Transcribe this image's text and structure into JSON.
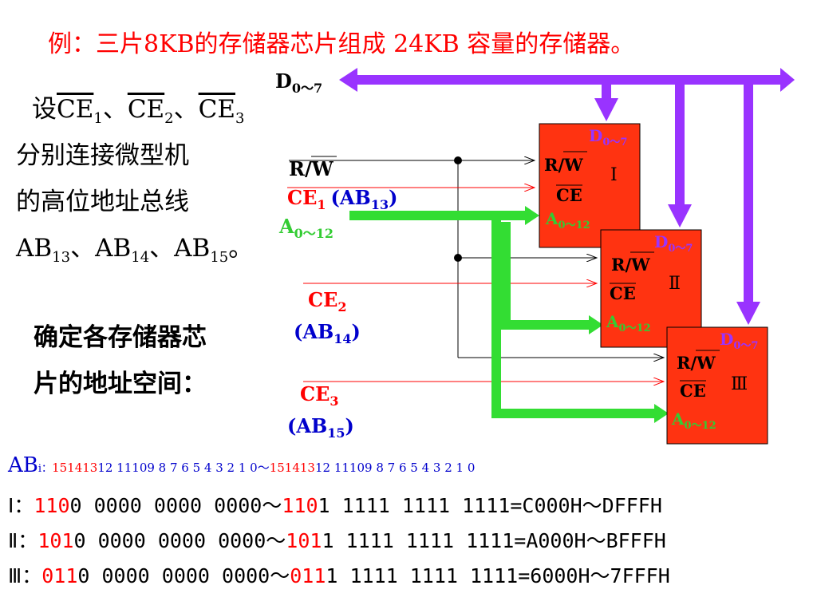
{
  "title": "例：三片8KB的存储器芯片组成 24KB 容量的存储器。",
  "left": {
    "line1_prefix": "设",
    "ce": "CE",
    "sub1": "1",
    "sub2": "2",
    "sub3": "3",
    "sep": "、",
    "line2": "分别连接微型机",
    "line3": "的高位地址总线",
    "ab": "AB",
    "ab13": "13",
    "ab14": "14",
    "ab15": "15",
    "period": "。",
    "task_line1": "确定各存储器芯",
    "task_line2": "片的地址空间："
  },
  "diagram": {
    "data_bus": "D",
    "data_bus_sub": "0～7",
    "rw": "R/W",
    "ce": "CE",
    "ce1_sub": "1",
    "ce1_ab": "(AB",
    "ce1_ab_sub": "13",
    "ce2_sub": "2",
    "ce2_ab": "(AB",
    "ce2_ab_sub": "14",
    "ce3_sub": "3",
    "ce3_ab": "(AB",
    "ce3_ab_sub": "15",
    "close": ")",
    "addr_bus": "A",
    "addr_bus_sub": "0～12",
    "chips": [
      {
        "d": "D",
        "d_sub": "0～7",
        "rw": "R/W",
        "ce": "CE",
        "a": "A",
        "a_sub": "0～12",
        "num": "Ⅰ"
      },
      {
        "d": "D",
        "d_sub": "0～7",
        "rw": "R/W",
        "ce": "CE",
        "a": "A",
        "a_sub": "0～12",
        "num": "Ⅱ"
      },
      {
        "d": "D",
        "d_sub": "0～7",
        "rw": "R/W",
        "ce": "CE",
        "a": "A",
        "a_sub": "0～12",
        "num": "Ⅲ"
      }
    ]
  },
  "bits": {
    "ab": "AB",
    "ab_sub": "i：",
    "high1": "151413",
    "mid1": "12  11109  8  7  6  5  4   3  2  1  0～",
    "high2": "151413",
    "mid2": "12   11109  8   7  6  5  4  3  2  1  0"
  },
  "rows": [
    {
      "label": "Ⅰ：",
      "hi1": "110",
      "rest1": "0 0000 0000 0000～",
      "hi2": "110",
      "rest2": "1 1111 1111 1111=C000H～DFFFH"
    },
    {
      "label": "Ⅱ：",
      "hi1": "101",
      "rest1": "0 0000 0000 0000～",
      "hi2": "101",
      "rest2": "1 1111 1111 1111=A000H～BFFFH"
    },
    {
      "label": "Ⅲ：",
      "hi1": "011",
      "rest1": "0 0000 0000 0000～",
      "hi2": "011",
      "rest2": "1 1111 1111 1111=6000H～7FFFH"
    }
  ],
  "colors": {
    "data_bus": "#9933ff",
    "addr_bus": "#33dd33",
    "chip_fill": "#ff3311",
    "signal_red": "#ff0000",
    "label_blue": "#0000cc"
  }
}
